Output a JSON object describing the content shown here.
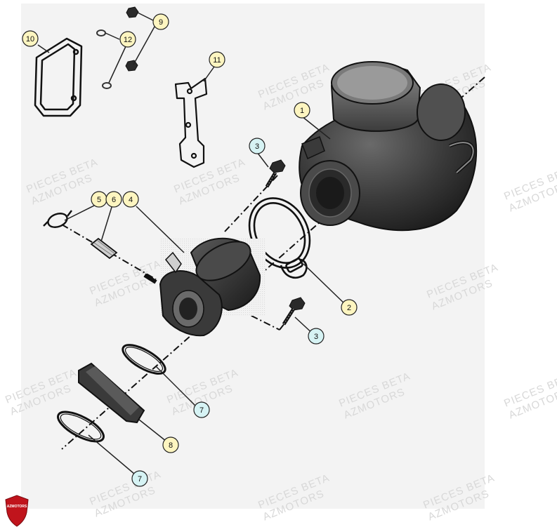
{
  "watermark": {
    "line1": "PIECES BETA",
    "line2": "AZMOTORS"
  },
  "logo": {
    "text": "AZMOTORS",
    "color": "#c0141c"
  },
  "callout_colors": {
    "parts": "#fdf5c0",
    "hardware": "#d6f3f4"
  },
  "callouts": [
    {
      "id": "c1",
      "label": "1"
    },
    {
      "id": "c2",
      "label": "2"
    },
    {
      "id": "c3a",
      "label": "3"
    },
    {
      "id": "c3b",
      "label": "3"
    },
    {
      "id": "c4",
      "label": "4"
    },
    {
      "id": "c5",
      "label": "5"
    },
    {
      "id": "c6",
      "label": "6"
    },
    {
      "id": "c7a",
      "label": "7"
    },
    {
      "id": "c7b",
      "label": "7"
    },
    {
      "id": "c8",
      "label": "8"
    },
    {
      "id": "c9",
      "label": "9"
    },
    {
      "id": "c10",
      "label": "10"
    },
    {
      "id": "c11",
      "label": "11"
    },
    {
      "id": "c12",
      "label": "12"
    }
  ]
}
